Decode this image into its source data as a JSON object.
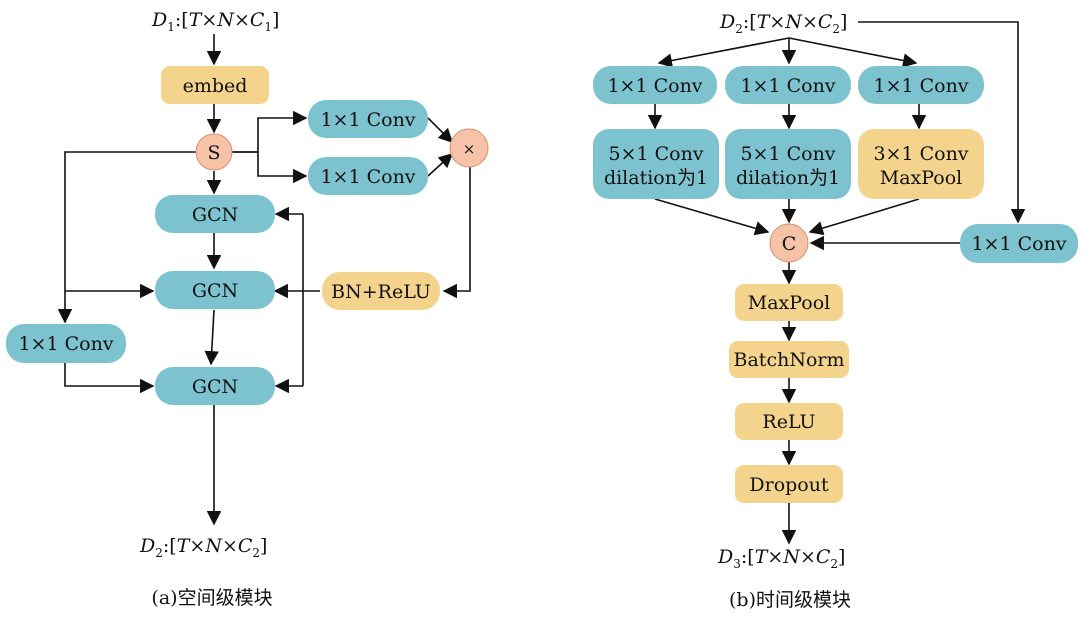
{
  "left": {
    "input": {
      "D": "D",
      "sub": "1",
      "shape_pre": ":[",
      "T": "T",
      "x1": "×",
      "N": "N",
      "x2": "×",
      "C": "C",
      "csub": "1",
      "close": "]"
    },
    "embed": "embed",
    "s_node": "S",
    "conv_top": "1×1 Conv",
    "conv_bottom": "1×1 Conv",
    "mult": "×",
    "gcn1": "GCN",
    "gcn2": "GCN",
    "gcn3": "GCN",
    "bn_relu": "BN+ReLU",
    "conv_side": "1×1 Conv",
    "output": {
      "D": "D",
      "sub": "2",
      "shape_pre": ":[",
      "T": "T",
      "x1": "×",
      "N": "N",
      "x2": "×",
      "C": "C",
      "csub": "2",
      "close": "]"
    },
    "caption": "(a)空间级模块"
  },
  "right": {
    "input": {
      "D": "D",
      "sub": "2",
      "shape_pre": ":[",
      "T": "T",
      "x1": "×",
      "N": "N",
      "x2": "×",
      "C": "C",
      "csub": "2",
      "close": "]"
    },
    "conv_a": "1×1 Conv",
    "conv_b": "1×1 Conv",
    "conv_c": "1×1 Conv",
    "branch_a": {
      "line1": "5×1 Conv",
      "line2": "dilation为1"
    },
    "branch_b": {
      "line1": "5×1 Conv",
      "line2": "dilation为1"
    },
    "branch_c": {
      "line1": "3×1 Conv",
      "line2": "MaxPool"
    },
    "c_node": "C",
    "conv_skip": "1×1 Conv",
    "maxpool": "MaxPool",
    "batchnorm": "BatchNorm",
    "relu": "ReLU",
    "dropout": "Dropout",
    "output": {
      "D": "D",
      "sub": "3",
      "shape_pre": ":[",
      "T": "T",
      "x1": "×",
      "N": "N",
      "x2": "×",
      "C": "C",
      "csub": "2",
      "close": "]"
    },
    "caption": "(b)时间级模块"
  },
  "colors": {
    "blue": "#7cc3cf",
    "yellow": "#f4d48c",
    "node": "#f6c3a9"
  }
}
